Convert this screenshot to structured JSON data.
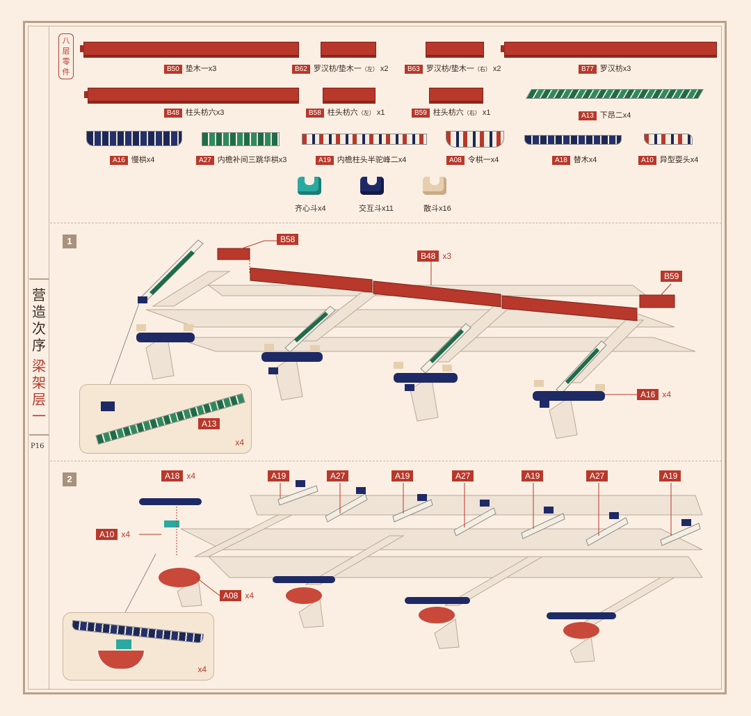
{
  "side": {
    "title_top": "营造次序",
    "title_bottom": "梁架层一",
    "page": "P16"
  },
  "parts_tag": "八层零件",
  "parts": {
    "B50": {
      "code": "B50",
      "name": "垫木一x3"
    },
    "B62": {
      "code": "B62",
      "name": "罗汉枋/垫木一",
      "sub": "（左）",
      "qty": " x2"
    },
    "B63": {
      "code": "B63",
      "name": "罗汉枋/垫木一",
      "sub": "（右）",
      "qty": " x2"
    },
    "B77": {
      "code": "B77",
      "name": "罗汉枋x3"
    },
    "B48": {
      "code": "B48",
      "name": "柱头枋六x3"
    },
    "B58": {
      "code": "B58",
      "name": "柱头枋六",
      "sub": "（左）",
      "qty": " x1"
    },
    "B59": {
      "code": "B59",
      "name": "柱头枋六",
      "sub": "（右）",
      "qty": " x1"
    },
    "A13": {
      "code": "A13",
      "name": "下昂二x4"
    },
    "A16": {
      "code": "A16",
      "name": "慢栱x4"
    },
    "A27": {
      "code": "A27",
      "name": "内檐补间三跳华栱x3"
    },
    "A19": {
      "code": "A19",
      "name": "内檐柱头半驼峰二x4"
    },
    "A08": {
      "code": "A08",
      "name": "令栱一x4"
    },
    "A18": {
      "code": "A18",
      "name": "替木x4"
    },
    "A10": {
      "code": "A10",
      "name": "异型耍头x4"
    },
    "dou1": {
      "name": "齐心斗x4"
    },
    "dou2": {
      "name": "交互斗x11"
    },
    "dou3": {
      "name": "散斗x16"
    }
  },
  "step1": {
    "num": "1",
    "callouts": {
      "B58": "B58",
      "B48": "B48",
      "B48_qty": "x3",
      "B59": "B59",
      "A16": "A16",
      "A16_qty": "x4",
      "A13": "A13",
      "inset_qty": "x4"
    }
  },
  "step2": {
    "num": "2",
    "callouts": {
      "A18": "A18",
      "A18_qty": "x4",
      "A10": "A10",
      "A10_qty": "x4",
      "A08": "A08",
      "A08_qty": "x4",
      "inset_qty": "x4",
      "top": [
        "A19",
        "A27",
        "A19",
        "A27",
        "A19",
        "A27",
        "A19"
      ]
    }
  },
  "colors": {
    "red": "#b8382b",
    "navy": "#1e2a66",
    "teal": "#2aa9a0",
    "beige": "#e6cfae",
    "wood": "#efe3d6",
    "background": "#fbefe3"
  }
}
